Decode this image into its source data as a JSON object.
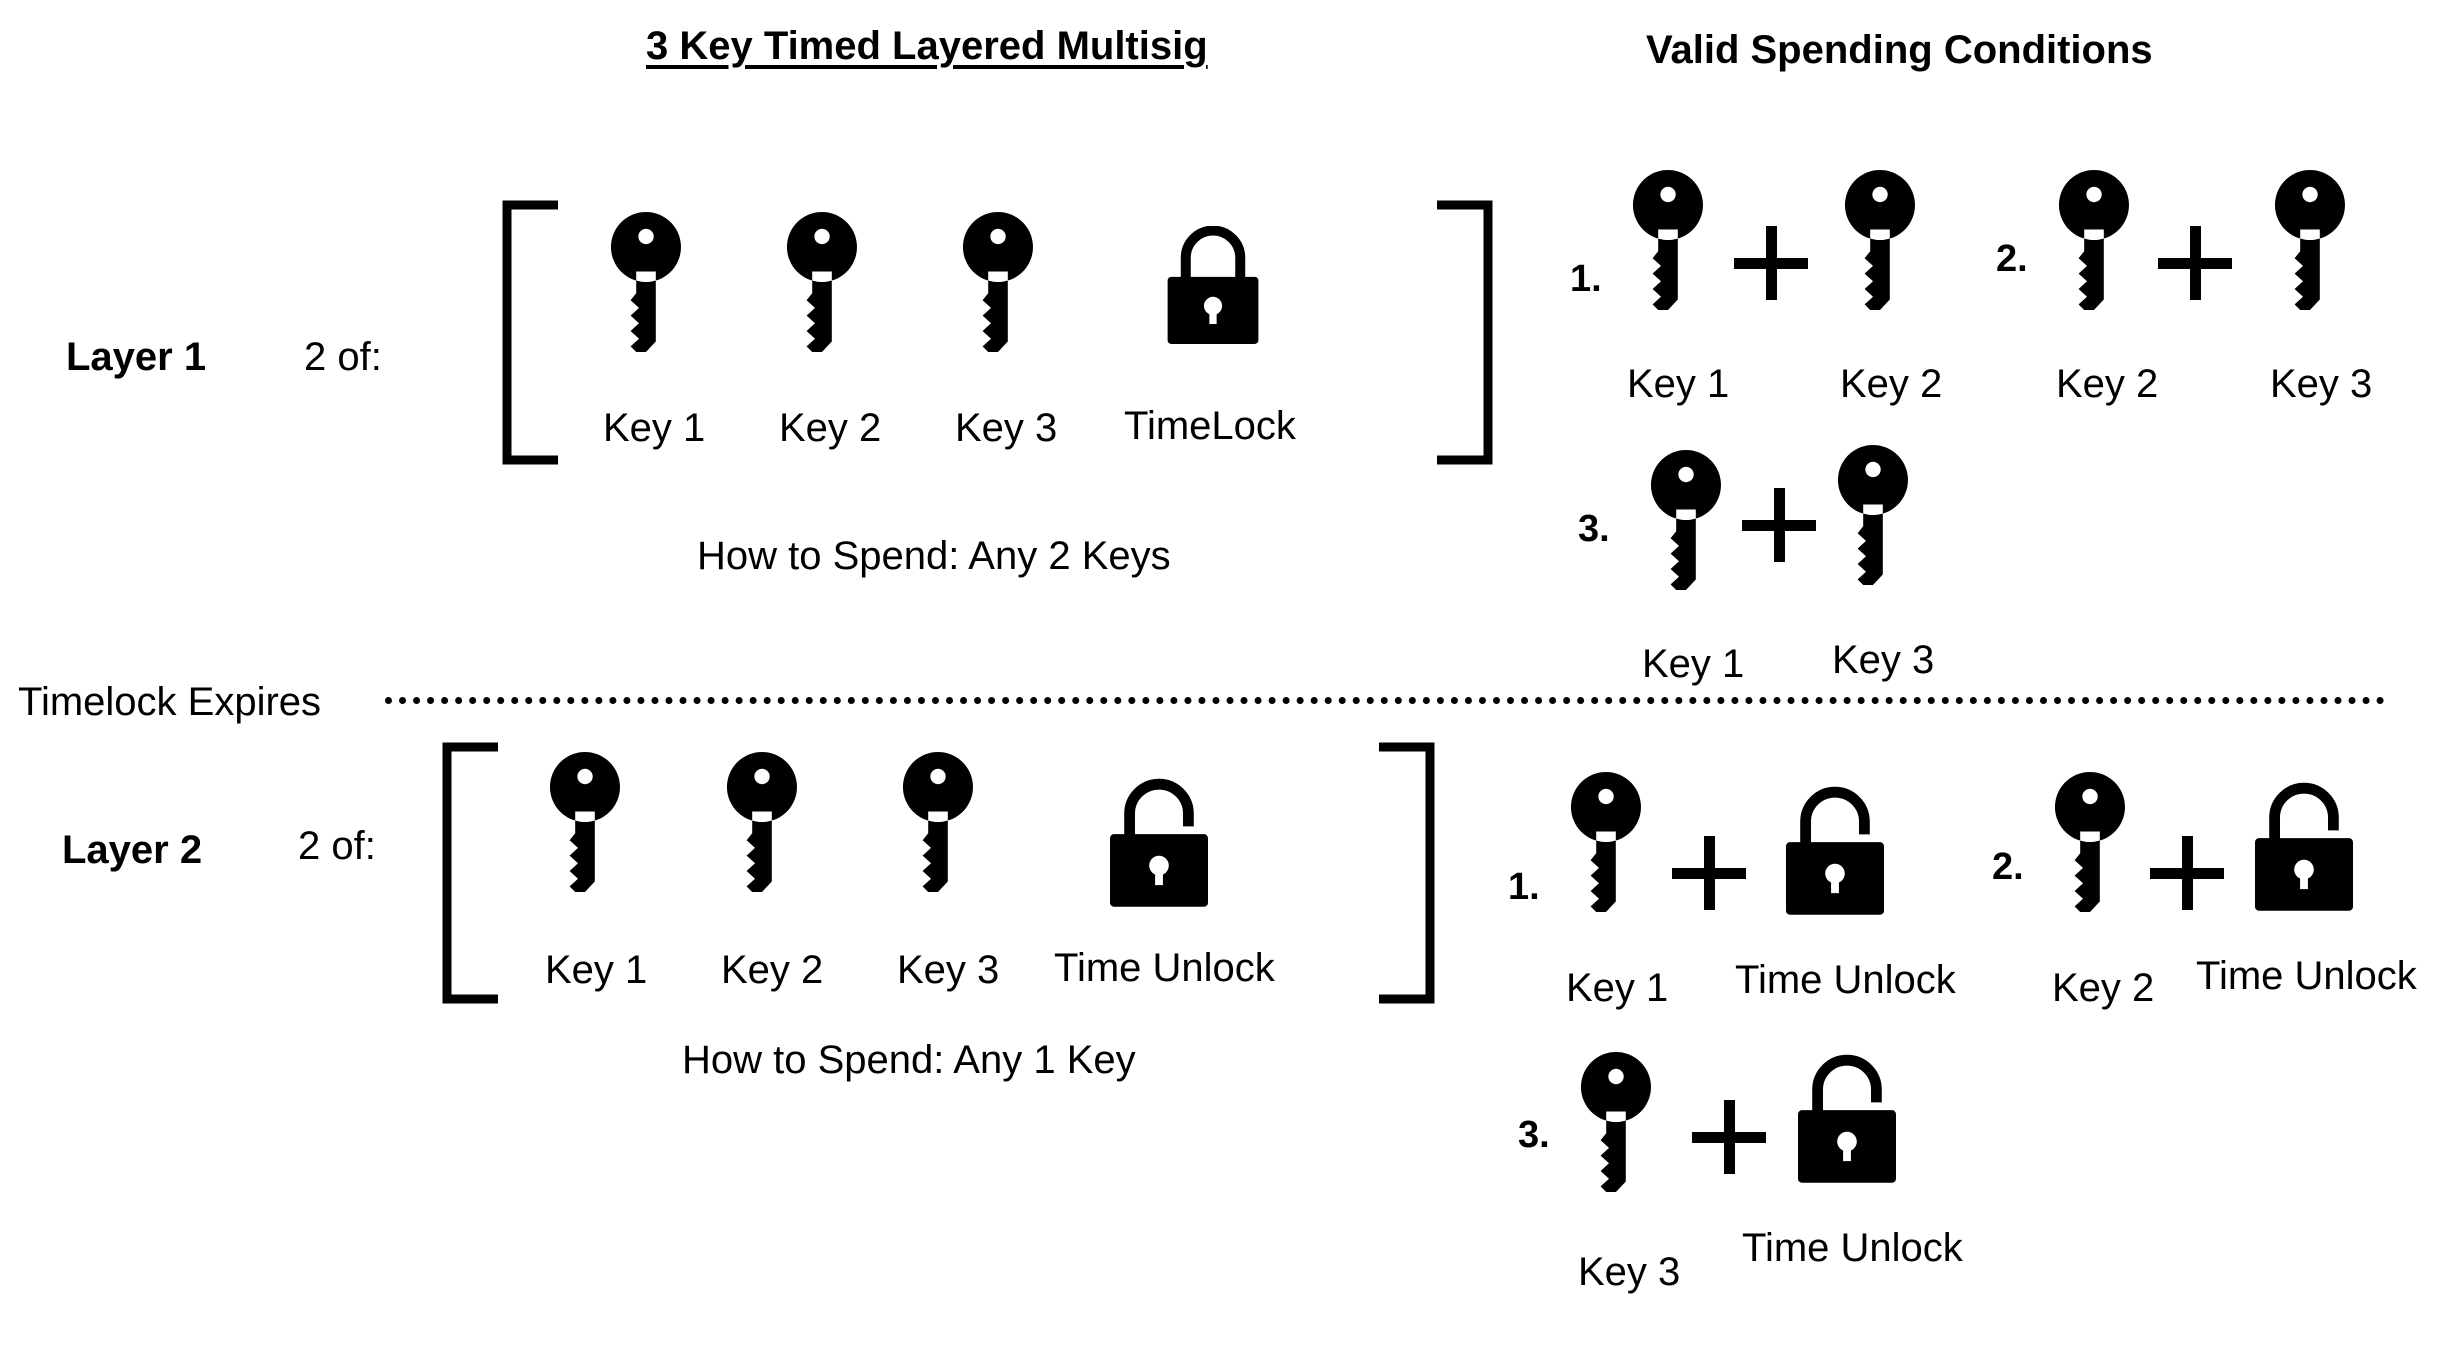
{
  "title": "3 Key Timed Layered Multisig",
  "conditions_heading": "Valid Spending Conditions",
  "divider_label": "Timelock Expires",
  "layer1": {
    "label": "Layer 1",
    "threshold": "2 of:",
    "items": [
      "Key 1",
      "Key 2",
      "Key 3",
      "TimeLock"
    ],
    "how_to_spend": "How to Spend: Any 2 Keys",
    "conditions": [
      {
        "number": "1.",
        "left": "Key 1",
        "right": "Key 2"
      },
      {
        "number": "2.",
        "left": "Key 2",
        "right": "Key 3"
      },
      {
        "number": "3.",
        "left": "Key 1",
        "right": "Key 3"
      }
    ]
  },
  "layer2": {
    "label": "Layer 2",
    "threshold": "2 of:",
    "items": [
      "Key 1",
      "Key 2",
      "Key 3",
      "Time Unlock"
    ],
    "how_to_spend": "How to Spend: Any 1 Key",
    "conditions": [
      {
        "number": "1.",
        "left": "Key 1",
        "right": "Time Unlock"
      },
      {
        "number": "2.",
        "left": "Key 2",
        "right": "Time Unlock"
      },
      {
        "number": "3.",
        "left": "Key 3",
        "right": "Time Unlock"
      }
    ]
  },
  "icons": {
    "key": "key-icon",
    "locked": "lock-closed-icon",
    "unlocked": "lock-open-icon",
    "plus": "plus-icon"
  }
}
